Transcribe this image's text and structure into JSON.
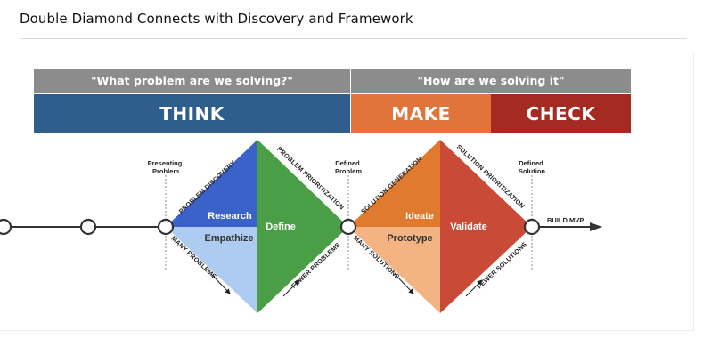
{
  "page": {
    "title": "Double Diamond Connects with Discovery and Framework"
  },
  "header": {
    "question_left": "\"What problem are we solving?\"",
    "question_right": "\"How are we solving it\""
  },
  "phases": {
    "think": "THINK",
    "make": "MAKE",
    "check": "CHECK"
  },
  "colors": {
    "gray_band": "#8c8c8c",
    "think_blue": "#2f5d8c",
    "make_orange": "#e0743a",
    "check_red": "#a52a22",
    "research_blue": "#3a62c8",
    "empathize_blue": "#aecbf2",
    "define_green": "#4a9e45",
    "ideate_orange": "#e07a2e",
    "prototype_peach": "#f3b382",
    "validate_red": "#c94a36"
  },
  "milestones": {
    "presenting": "Presenting\nProblem",
    "defined_problem": "Defined\nProblem",
    "defined_solution": "Defined\nSolution",
    "build_mvp": "BUILD MVP"
  },
  "diamonds": {
    "research": "Research",
    "empathize": "Empathize",
    "define": "Define",
    "ideate": "Ideate",
    "prototype": "Prototype",
    "validate": "Validate"
  },
  "edges": {
    "problem_discovery": "PROBLEM DISCOVERY",
    "problem_prioritization": "PROBLEM PRIORITIZATION",
    "many_problems": "MANY PROBLEMS",
    "fewer_problems": "FEWER PROBLEMS",
    "solution_generation": "SOLUTION GENERATION",
    "solution_prioritization": "SOLUTION PRIORITIZATION",
    "many_solutions": "MANY SOLUTIONS",
    "fewer_solutions": "FEWER SOLUTIONS"
  }
}
